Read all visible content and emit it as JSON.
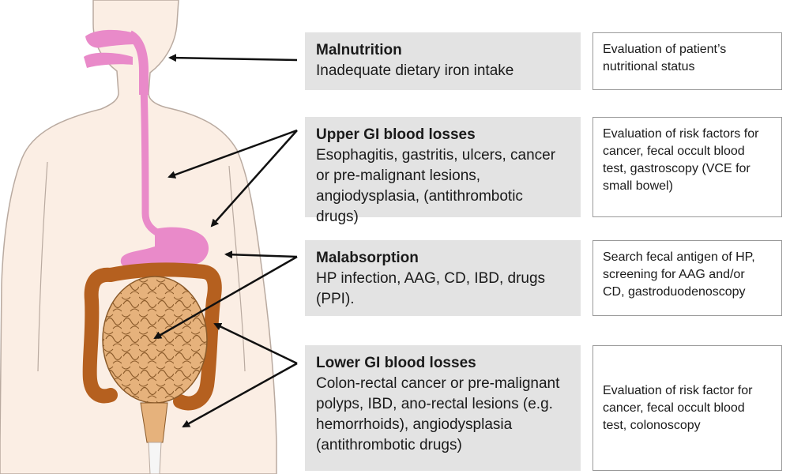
{
  "causes": [
    {
      "heading": "Malnutrition",
      "detail": "Inadequate dietary iron intake"
    },
    {
      "heading": "Upper GI blood losses",
      "detail": "Esophagitis, gastritis, ulcers, cancer\nor pre-malignant lesions,\nangiodysplasia, (antithrombotic drugs)"
    },
    {
      "heading": "Malabsorption",
      "detail": "HP infection, AAG, CD,  IBD, drugs\n(PPI)."
    },
    {
      "heading": "Lower GI blood losses",
      "detail": "Colon-rectal cancer or pre-malignant\npolyps, IBD, ano-rectal lesions (e.g.\nhemorrhoids), angiodysplasia\n(antithrombotic drugs)"
    }
  ],
  "evaluations": [
    "Evaluation of patient’s\nnutritional status",
    "Evaluation of risk factors for\ncancer, fecal occult blood\ntest, gastroscopy (VCE for\nsmall bowel)",
    "Search fecal antigen of HP,\nscreening for AAG and/or\nCD, gastroduodenoscopy",
    "Evaluation of risk factor for\ncancer, fecal occult blood\ntest, colonoscopy"
  ],
  "colors": {
    "body_fill": "#fbeee4",
    "body_outline": "#b9aaa0",
    "esophagus_stomach": "#e98ac9",
    "large_intestine": "#b5601f",
    "small_intestine": "#e6b27c",
    "cause_box_bg": "#e3e3e3",
    "arrow": "#111111"
  }
}
